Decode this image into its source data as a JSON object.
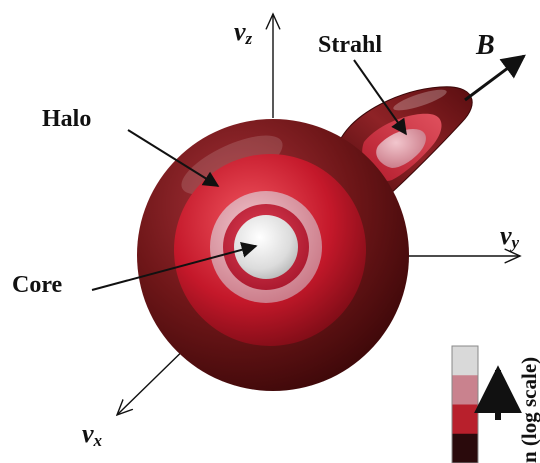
{
  "labels": {
    "strahl": "Strahl",
    "halo": "Halo",
    "core": "Core",
    "b_field": "B"
  },
  "axes": {
    "vz": {
      "base": "v",
      "sub": "z"
    },
    "vy": {
      "base": "v",
      "sub": "y"
    },
    "vx": {
      "base": "v",
      "sub": "x"
    }
  },
  "colorbar": {
    "label": "n (log scale)",
    "segments": [
      "#d9d9d9",
      "#c9828e",
      "#b8202c",
      "#2a0a0c"
    ]
  },
  "colors": {
    "halo_outer": "#6b1416",
    "halo_mid": "#c21a2a",
    "core_pink": "#d98a98",
    "core_white": "#f2f2f2",
    "strahl": "#7a1a1d"
  }
}
